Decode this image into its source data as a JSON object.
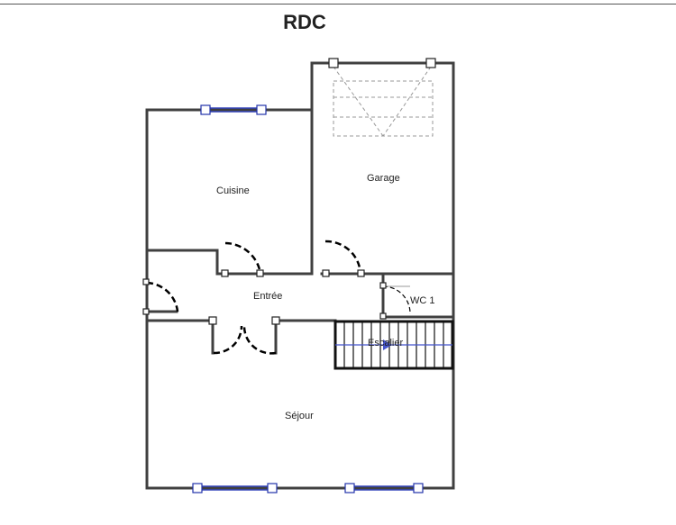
{
  "title": "RDC",
  "rooms": {
    "cuisine": "Cuisine",
    "garage": "Garage",
    "entree": "Entrée",
    "wc": "WC 1",
    "escalier": "Escalier",
    "sejour": "Séjour"
  },
  "colors": {
    "wall": "#404040",
    "window": "#3344bb",
    "door": "#000000",
    "stair": "#111111",
    "stair_arrow": "#4455cc",
    "garage_door": "#999999"
  }
}
